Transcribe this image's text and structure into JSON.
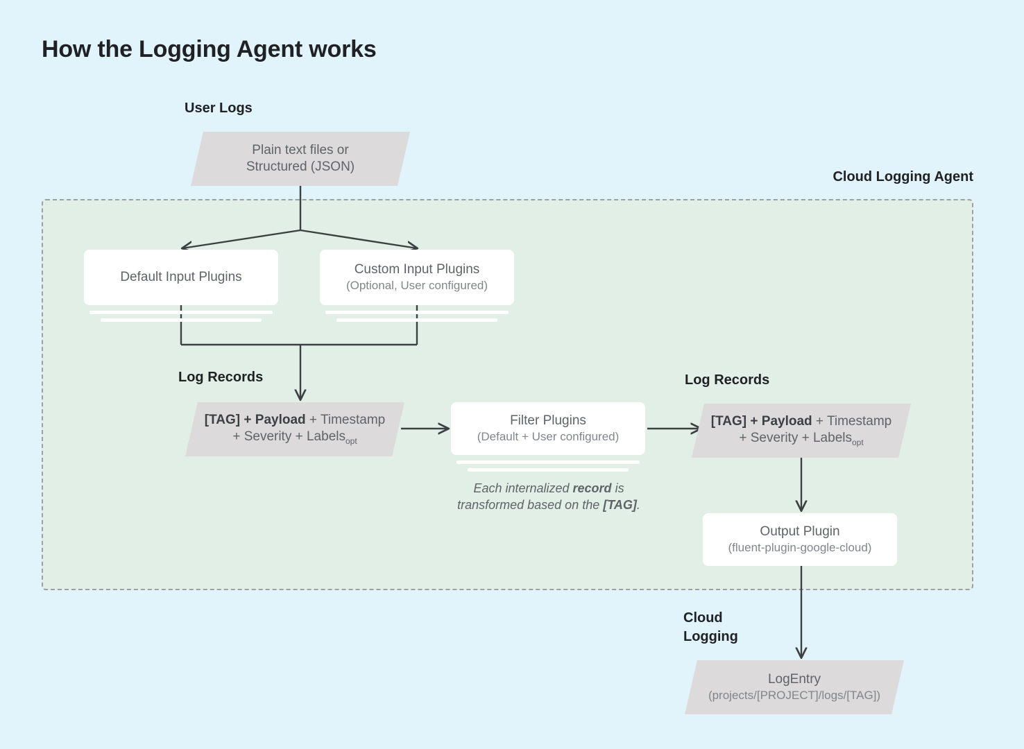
{
  "page": {
    "title": "How the Logging Agent works",
    "background_color": "#e1f3fb",
    "agent_region_color": "#e2efe6",
    "shape_gray": "#dcdada",
    "line_color": "#3c4043"
  },
  "labels": {
    "user_logs": "User Logs",
    "cloud_logging_agent": "Cloud Logging Agent",
    "log_records_left": "Log Records",
    "log_records_right": "Log Records",
    "cloud_logging": "Cloud\nLogging"
  },
  "nodes": {
    "user_logs_source": {
      "shape": "parallelogram",
      "line1": "Plain text files or",
      "line2": "Structured (JSON)"
    },
    "default_input_plugins": {
      "shape": "stacked-card",
      "title": "Default Input Plugins",
      "subtitle": ""
    },
    "custom_input_plugins": {
      "shape": "stacked-card",
      "title": "Custom Input Plugins",
      "subtitle": "(Optional, User configured)"
    },
    "log_record_left": {
      "shape": "parallelogram",
      "bold_part": "[TAG] + Payload",
      "rest_part": " + Timestamp",
      "line2": "+ Severity + Labels",
      "subscript": "opt"
    },
    "filter_plugins": {
      "shape": "stacked-card",
      "title": "Filter Plugins",
      "subtitle": "(Default + User configured)"
    },
    "filter_caption": {
      "part1": "Each internalized ",
      "bold1": "record",
      "part2": " is transformed based on the ",
      "bold2": "[TAG]",
      "part3": "."
    },
    "log_record_right": {
      "shape": "parallelogram",
      "bold_part": "[TAG] + Payload",
      "rest_part": " + Timestamp",
      "line2": "+ Severity + Labels",
      "subscript": "opt"
    },
    "output_plugin": {
      "shape": "card",
      "title": "Output Plugin",
      "subtitle": "(fluent-plugin-google-cloud)"
    },
    "log_entry": {
      "shape": "parallelogram",
      "title": "LogEntry",
      "subtitle": "(projects/[PROJECT]/logs/[TAG])"
    }
  }
}
